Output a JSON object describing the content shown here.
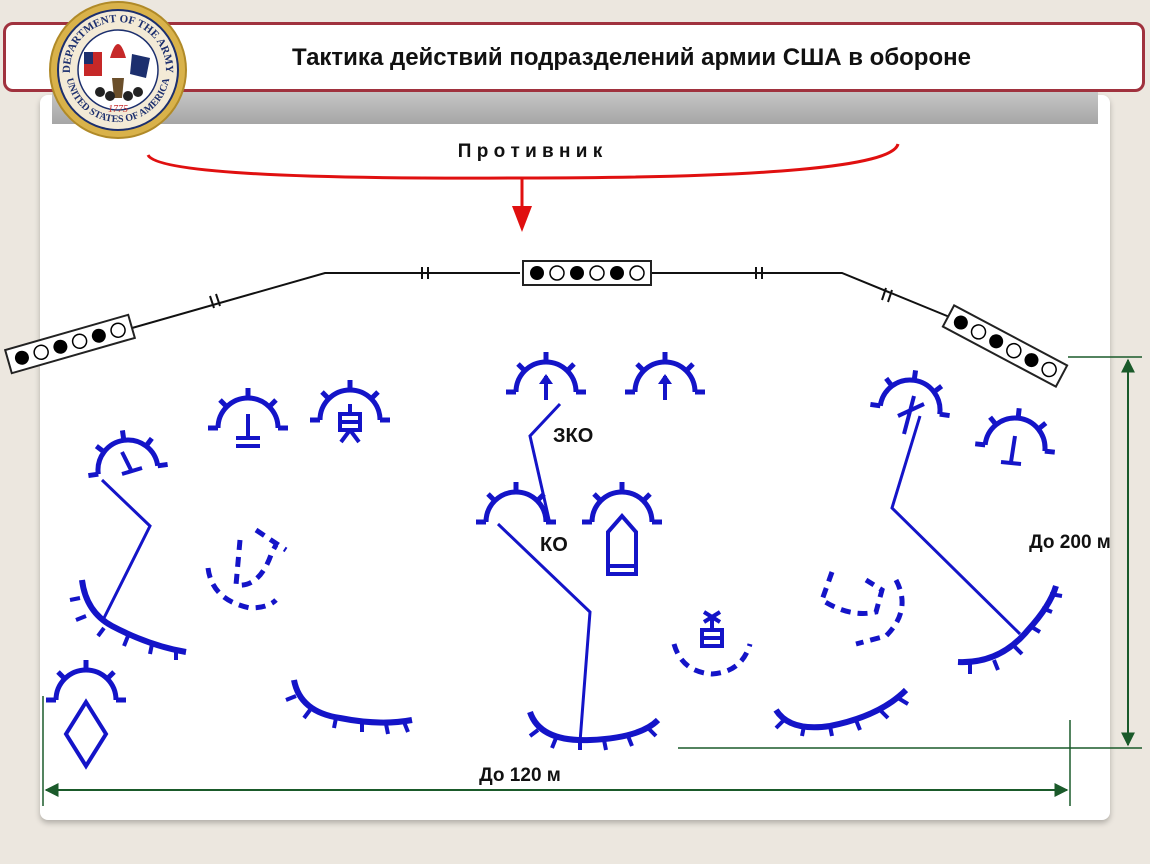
{
  "slide": {
    "title": "Тактика действий подразделений армии США в обороне"
  },
  "seal": {
    "top_text": "DEPARTMENT OF THE ARMY",
    "bottom_text": "UNITED STATES OF AMERICA",
    "year": "1775"
  },
  "diagram": {
    "enemy_label": "П р о т и в н и к",
    "fire_team_leader_label": "ЗКО",
    "squad_leader_label": "КО",
    "depth_label": "До 200 м",
    "width_label": "До 120 м"
  },
  "colors": {
    "accent_red": "#e01010",
    "unit_blue": "#1414c8",
    "frame_red": "#a0323e"
  }
}
